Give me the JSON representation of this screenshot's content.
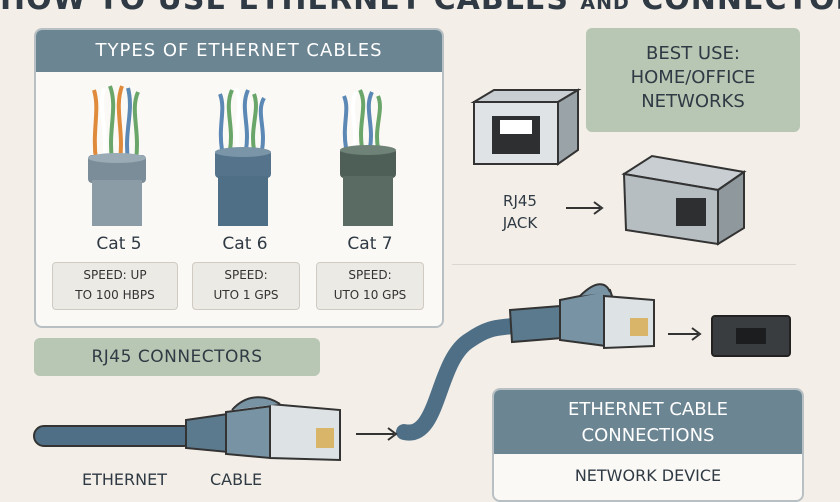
{
  "title": {
    "main": "HOW TO USE ETHERNET CABLES",
    "and": "AND",
    "tail": "CONNECTORS"
  },
  "types_panel": {
    "heading": "TYPES OF ETHERNET CABLES",
    "cables": [
      {
        "name": "Cat 5",
        "speed_line1": "SPEED: UP",
        "speed_line2": "TO 100 HBPS"
      },
      {
        "name": "Cat 6",
        "speed_line1": "SPEED:",
        "speed_line2": "UTO 1 GPS"
      },
      {
        "name": "Cat 7",
        "speed_line1": "SPEED:",
        "speed_line2": "UTO 10 GPS"
      }
    ]
  },
  "best_use": {
    "line1": "BEST USE:",
    "line2": "HOME/OFFICE",
    "line3": "NETWORKS"
  },
  "rj45_jack": {
    "line1": "RJ45",
    "line2": "JACK"
  },
  "rj45_connectors": {
    "label": "RJ45 CONNECTORS"
  },
  "connections_panel": {
    "heading_line1": "ETHERNET CABLE",
    "heading_line2": "CONNECTIONS",
    "body": "NETWORK DEVICE"
  },
  "bottom_labels": {
    "left": "ETHERNET",
    "right": "CABLE"
  },
  "colors": {
    "panel_header": "#6c8593",
    "tag_green": "#b7c7b3",
    "cable_blue": "#4f6f86",
    "background": "#f3efe8"
  }
}
